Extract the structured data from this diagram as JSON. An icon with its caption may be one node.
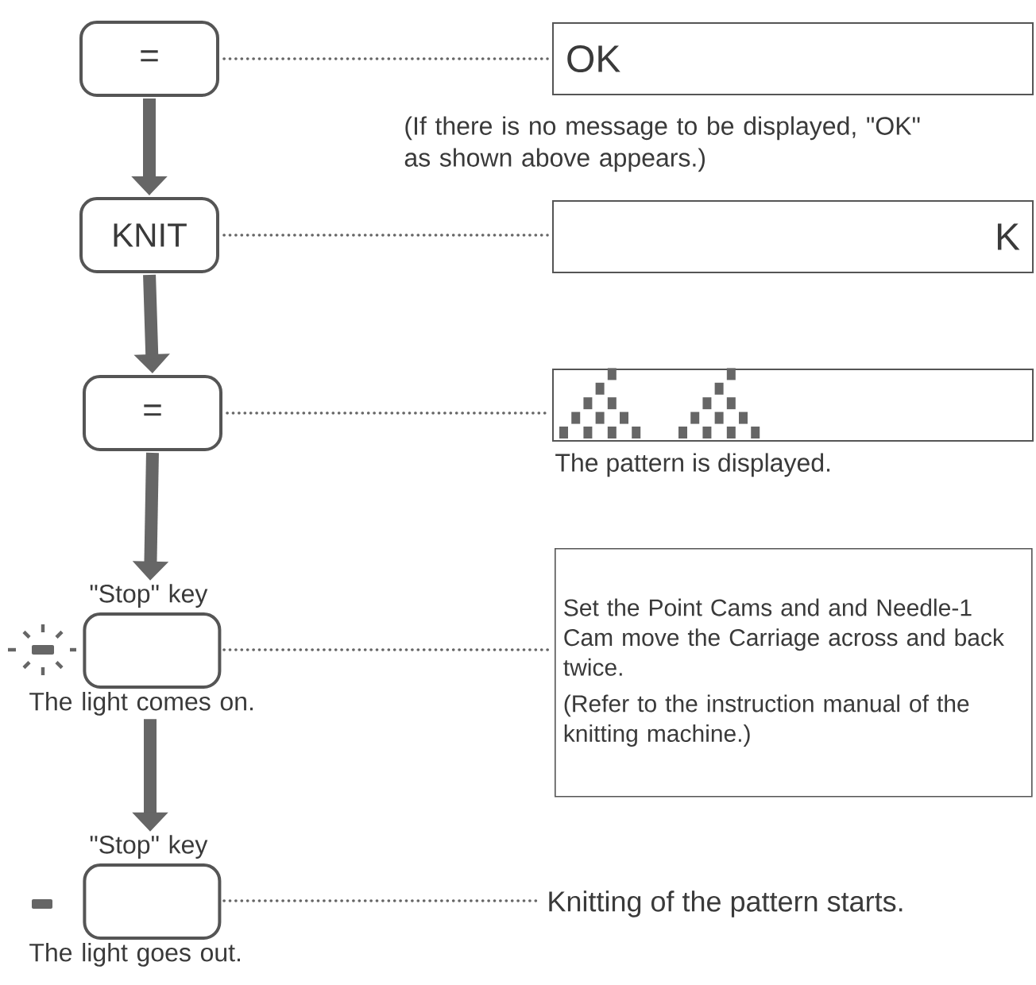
{
  "diagram": {
    "nodes": [
      {
        "text": [
          "="
        ]
      },
      {
        "text": [
          "OK"
        ],
        "beside": [
          "(If there is no message to be displayed, \"OK\" as shown above appears.)"
        ]
      },
      {
        "text": [
          "KNIT"
        ]
      },
      {
        "text": [
          "K"
        ]
      },
      {
        "text": [
          "="
        ]
      },
      {
        "text": [],
        "shape": "box",
        "beside": [
          "The pattern is displayed."
        ]
      },
      {
        "text": [
          "\"Stop\" key",
          "The light comes on."
        ]
      },
      {
        "text": [
          "Set the Point Cams and and Needle-1 Cam move the Carriage across and back twice.",
          "(Refer to the instruction manual of the knitting machine.)"
        ]
      },
      {
        "text": [
          "\"Stop\" key",
          "The light goes out."
        ]
      },
      {
        "text": [
          "Knitting of the pattern starts."
        ]
      }
    ],
    "edges": [
      {
        "from": 0,
        "to": 1,
        "arrow": "none",
        "style": "dashed"
      },
      {
        "from": 0,
        "to": 2,
        "arrow": "to",
        "style": "thick"
      },
      {
        "from": 2,
        "to": 3,
        "arrow": "none",
        "style": "dashed"
      },
      {
        "from": 2,
        "to": 4,
        "arrow": "to",
        "style": "thick"
      },
      {
        "from": 4,
        "to": 5,
        "arrow": "none",
        "style": "dashed"
      },
      {
        "from": 4,
        "to": 6,
        "arrow": "to",
        "style": "thick"
      },
      {
        "from": 6,
        "to": 7,
        "arrow": "none",
        "style": "dashed"
      },
      {
        "from": 6,
        "to": 8,
        "arrow": "to",
        "style": "thick"
      },
      {
        "from": 8,
        "to": 9,
        "arrow": "none",
        "style": "dashed"
      }
    ]
  }
}
